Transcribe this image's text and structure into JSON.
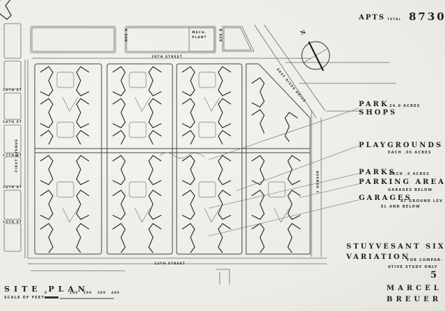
{
  "title_block": {
    "apts_label": "APTS",
    "total_label": "TOTAL",
    "apts_total": "8730",
    "project_name": "STUYVESANT SIX",
    "variation_label": "VARIATION",
    "variation_note_1": "FOR COMPAR-",
    "variation_note_2": "ATIVE STUDY ONLY",
    "sheet_number": "5",
    "architect_first": "MARCEL",
    "architect_last": "BREUER"
  },
  "legend": [
    {
      "label": "PARK",
      "note": "24.0 ACRES"
    },
    {
      "label": "SHOPS",
      "note": ""
    },
    {
      "label": "PLAYGROUNDS",
      "note": "EACH .05 ACRES"
    },
    {
      "label": "PARKS",
      "note": "EACH .5 ACRES"
    },
    {
      "label": "PARKING AREAS",
      "note": "GARAGES BELOW"
    },
    {
      "label": "GARAGES",
      "note": "AT GROUND LEVEL AND BELOW",
      "note_1": "AT GROUND LEV",
      "note_2": "EL AND BELOW"
    }
  ],
  "site_plan": {
    "title": "SITE PLAN",
    "scale_label": "SCALE OF FEET",
    "scale_ticks": [
      "0",
      "100",
      "200",
      "300",
      "400"
    ]
  },
  "streets": {
    "top": "20TH STREET",
    "bottom": "14TH STREET",
    "left_avenue": "FIRST AVENUE",
    "right_avenue": "AVENUE C",
    "ave_a": "AVE A",
    "ave_b": "AVE B",
    "river_drive": "EAST RIVER DRIVE",
    "side_streets": [
      "19TH ST",
      "18TH ST",
      "17TH ST",
      "16TH ST",
      "15TH ST"
    ]
  },
  "buildings": {
    "mech_plant_line1": "MECH.",
    "mech_plant_line2": "PLANT"
  },
  "compass": {
    "label": "N"
  },
  "colors": {
    "paper": "#efeeea",
    "ink": "#1e1e1e",
    "line": "#555555"
  }
}
